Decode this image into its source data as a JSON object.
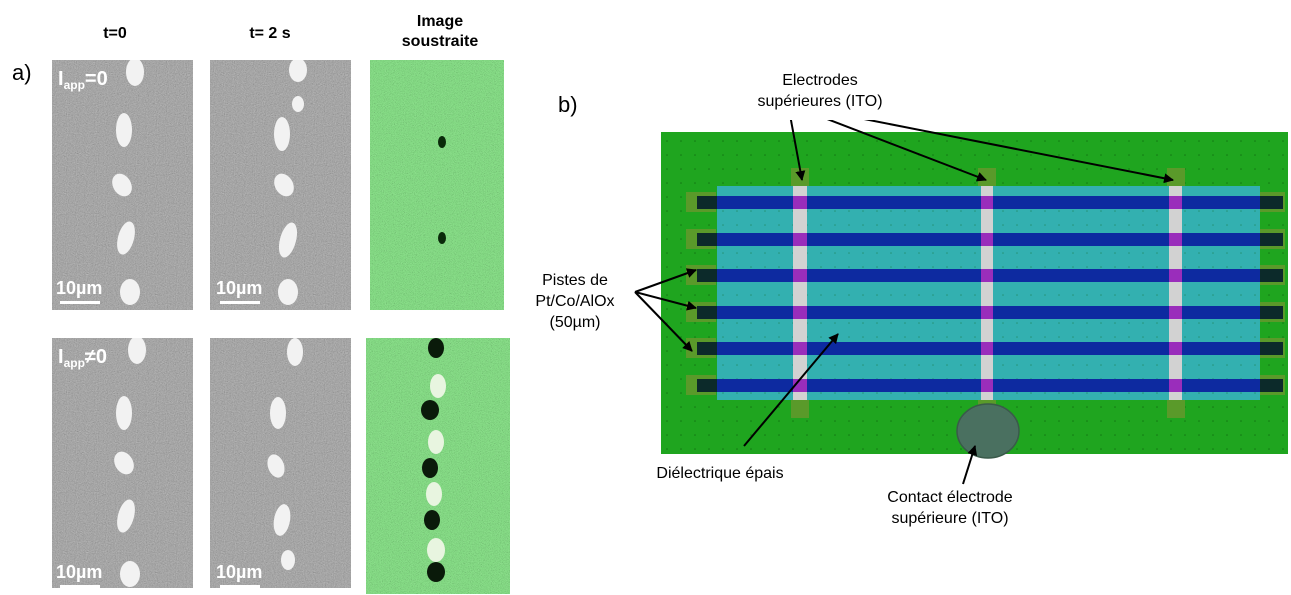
{
  "panel_a": {
    "label": "a)",
    "col_headers": {
      "t0": "t=0",
      "t2": "t= 2 s",
      "sub_line1": "Image",
      "sub_line2": "soustraite"
    },
    "row1_label_base": "I",
    "row1_label_sub": "app",
    "row1_label_rest": "=0",
    "row2_label_base": "I",
    "row2_label_sub": "app",
    "row2_label_rest": "≠0",
    "scale_text": "10µm"
  },
  "panel_b": {
    "label": "b)",
    "electrodes_line1": "Electrodes",
    "electrodes_line2": "supérieures (ITO)",
    "pistes_line1": "Pistes de",
    "pistes_line2": "Pt/Co/AlOx",
    "pistes_line3": "(50µm)",
    "dielectric": "Diélectrique épais",
    "contact_line1": "Contact électrode",
    "contact_line2": "supérieure (ITO)"
  },
  "colors": {
    "substrate": "#1fa51f",
    "dielectric": "#33b0b0",
    "track": "#0d2aa0",
    "electrode": "#d2d2d2",
    "overlap": "#9a2dbb",
    "pad": "#0c2a2a",
    "contact": "#4a7060"
  }
}
